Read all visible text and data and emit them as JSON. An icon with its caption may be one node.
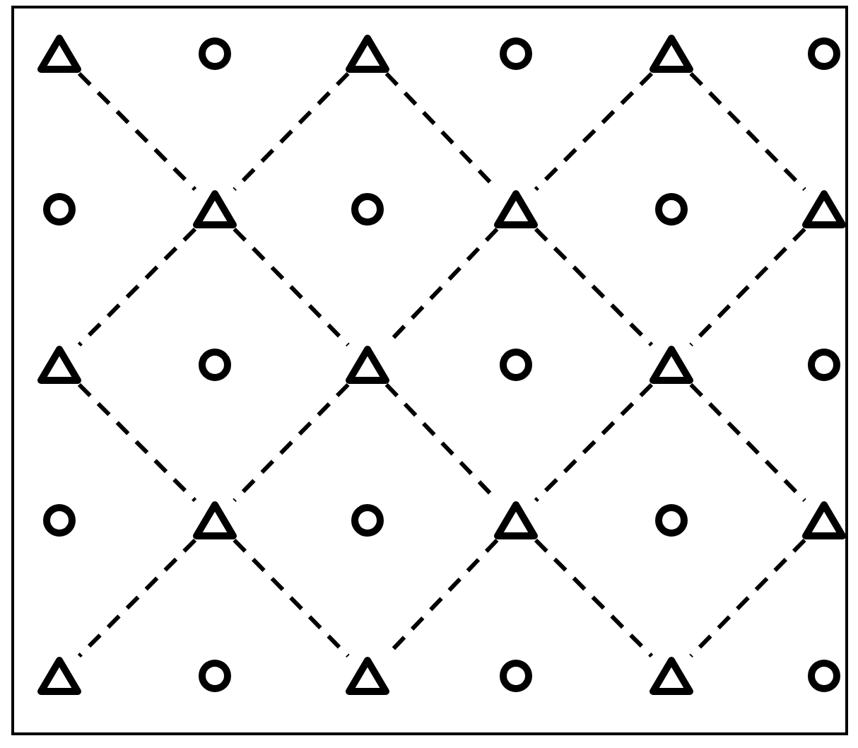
{
  "diagram": {
    "nodes": [
      {
        "text": [],
        "shape": "triangle"
      },
      {
        "text": [],
        "shape": "circle"
      },
      {
        "text": [],
        "shape": "triangle"
      },
      {
        "text": [],
        "shape": "circle"
      },
      {
        "text": [],
        "shape": "triangle"
      },
      {
        "text": [],
        "shape": "circle"
      },
      {
        "text": [],
        "shape": "circle"
      },
      {
        "text": [],
        "shape": "triangle"
      },
      {
        "text": [],
        "shape": "circle"
      },
      {
        "text": [],
        "shape": "triangle"
      },
      {
        "text": [],
        "shape": "circle"
      },
      {
        "text": [],
        "shape": "triangle"
      },
      {
        "text": [],
        "shape": "triangle"
      },
      {
        "text": [],
        "shape": "circle"
      },
      {
        "text": [],
        "shape": "triangle"
      },
      {
        "text": [],
        "shape": "circle"
      },
      {
        "text": [],
        "shape": "triangle"
      },
      {
        "text": [],
        "shape": "circle"
      },
      {
        "text": [],
        "shape": "circle"
      },
      {
        "text": [],
        "shape": "triangle"
      },
      {
        "text": [],
        "shape": "circle"
      },
      {
        "text": [],
        "shape": "triangle"
      },
      {
        "text": [],
        "shape": "circle"
      },
      {
        "text": [],
        "shape": "triangle"
      },
      {
        "text": [],
        "shape": "triangle"
      },
      {
        "text": [],
        "shape": "circle"
      },
      {
        "text": [],
        "shape": "triangle"
      },
      {
        "text": [],
        "shape": "circle"
      },
      {
        "text": [],
        "shape": "triangle"
      },
      {
        "text": [],
        "shape": "circle"
      }
    ],
    "edges": [
      {
        "from": 0,
        "to": 7,
        "arrow": "none",
        "style": "dashed"
      },
      {
        "from": 2,
        "to": 7,
        "arrow": "none",
        "style": "dashed"
      },
      {
        "from": 2,
        "to": 9,
        "arrow": "none",
        "style": "dashed"
      },
      {
        "from": 4,
        "to": 9,
        "arrow": "none",
        "style": "dashed"
      },
      {
        "from": 4,
        "to": 11,
        "arrow": "none",
        "style": "dashed"
      },
      {
        "from": 7,
        "to": 12,
        "arrow": "none",
        "style": "dashed"
      },
      {
        "from": 7,
        "to": 14,
        "arrow": "none",
        "style": "dashed"
      },
      {
        "from": 9,
        "to": 14,
        "arrow": "none",
        "style": "dashed"
      },
      {
        "from": 9,
        "to": 16,
        "arrow": "none",
        "style": "dashed"
      },
      {
        "from": 11,
        "to": 16,
        "arrow": "none",
        "style": "dashed"
      },
      {
        "from": 12,
        "to": 19,
        "arrow": "none",
        "style": "dashed"
      },
      {
        "from": 14,
        "to": 19,
        "arrow": "none",
        "style": "dashed"
      },
      {
        "from": 14,
        "to": 21,
        "arrow": "none",
        "style": "dashed"
      },
      {
        "from": 16,
        "to": 21,
        "arrow": "none",
        "style": "dashed"
      },
      {
        "from": 16,
        "to": 23,
        "arrow": "none",
        "style": "dashed"
      },
      {
        "from": 19,
        "to": 24,
        "arrow": "none",
        "style": "dashed"
      },
      {
        "from": 19,
        "to": 26,
        "arrow": "none",
        "style": "dashed"
      },
      {
        "from": 21,
        "to": 26,
        "arrow": "none",
        "style": "dashed"
      },
      {
        "from": 21,
        "to": 28,
        "arrow": "none",
        "style": "dashed"
      },
      {
        "from": 23,
        "to": 28,
        "arrow": "none",
        "style": "dashed"
      }
    ]
  }
}
